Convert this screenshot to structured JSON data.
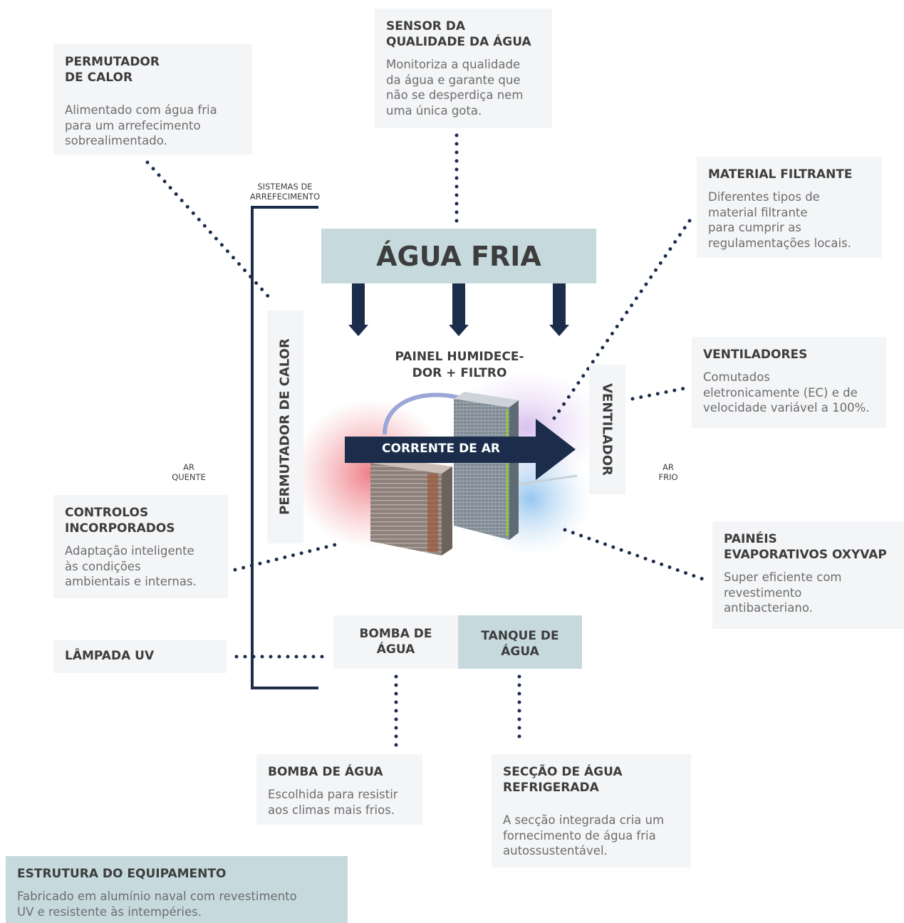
{
  "permutador_box": {
    "title": "PERMUTADOR\nDE CALOR",
    "desc": "Alimentado com água fria\npara um arrefecimento\nsobrealimentado."
  },
  "sensor_box": {
    "title": "SENSOR DA\nQUALIDADE DA ÁGUA",
    "desc": "Monitoriza a qualidade\nda água e garante que\nnão se desperdiça nem\numa única gota."
  },
  "filtro_box": {
    "title": "MATERIAL FILTRANTE",
    "desc": "Diferentes tipos de\nmaterial filtrante\npara cumprir as\nregulamentações locais."
  },
  "ventiladores_box": {
    "title": "VENTILADORES",
    "desc": "Comutados\neletronicamente (EC) e de\nvelocidade variável a 100%."
  },
  "controlos_box": {
    "title": "CONTROLOS\nINCORPORADOS",
    "desc": "Adaptação inteligente\nàs condições\nambientais e internas."
  },
  "paineis_box": {
    "title": "PAINÉIS\nEVAPORATIVOS OXYVAP",
    "desc": "Super eficiente com\nrevestimento\nantibacteriano."
  },
  "lampada_box": {
    "title": "LÂMPADA UV"
  },
  "bomba_box": {
    "title": "BOMBA DE ÁGUA",
    "desc": "Escolhida para resistir\naos climas mais frios."
  },
  "seccao_box": {
    "title": "SECÇÃO DE ÁGUA\nREFRIGERADA",
    "desc": "A secção integrada cria um\nfornecimento de água fria\nautossustentável."
  },
  "estrutura_box": {
    "title": "ESTRUTURA DO EQUIPAMENTO",
    "desc": "Fabricado em alumínio naval com revestimento\nUV e resistente às intempéries."
  },
  "center": {
    "agua_fria": "ÁGUA FRIA",
    "painel_label": "PAINEL HUMIDECE-\nDOR + FILTRO",
    "corrente": "CORRENTE DE AR",
    "permutador_vertical": "PERMUTADOR DE CALOR",
    "ventilador_vertical": "VENTILADOR",
    "sistemas": "SISTEMAS DE\nARREFECIMENTO",
    "ar_quente": "AR\nQUENTE",
    "ar_frio": "AR\nFRIO",
    "bomba_center": "BOMBA DE\nÁGUA",
    "tanque_center": "TANQUE DE\nÁGUA"
  },
  "colors": {
    "navy": "#1b2d4b",
    "teal": "#c6dade",
    "box_bg": "#f4f5f7"
  }
}
